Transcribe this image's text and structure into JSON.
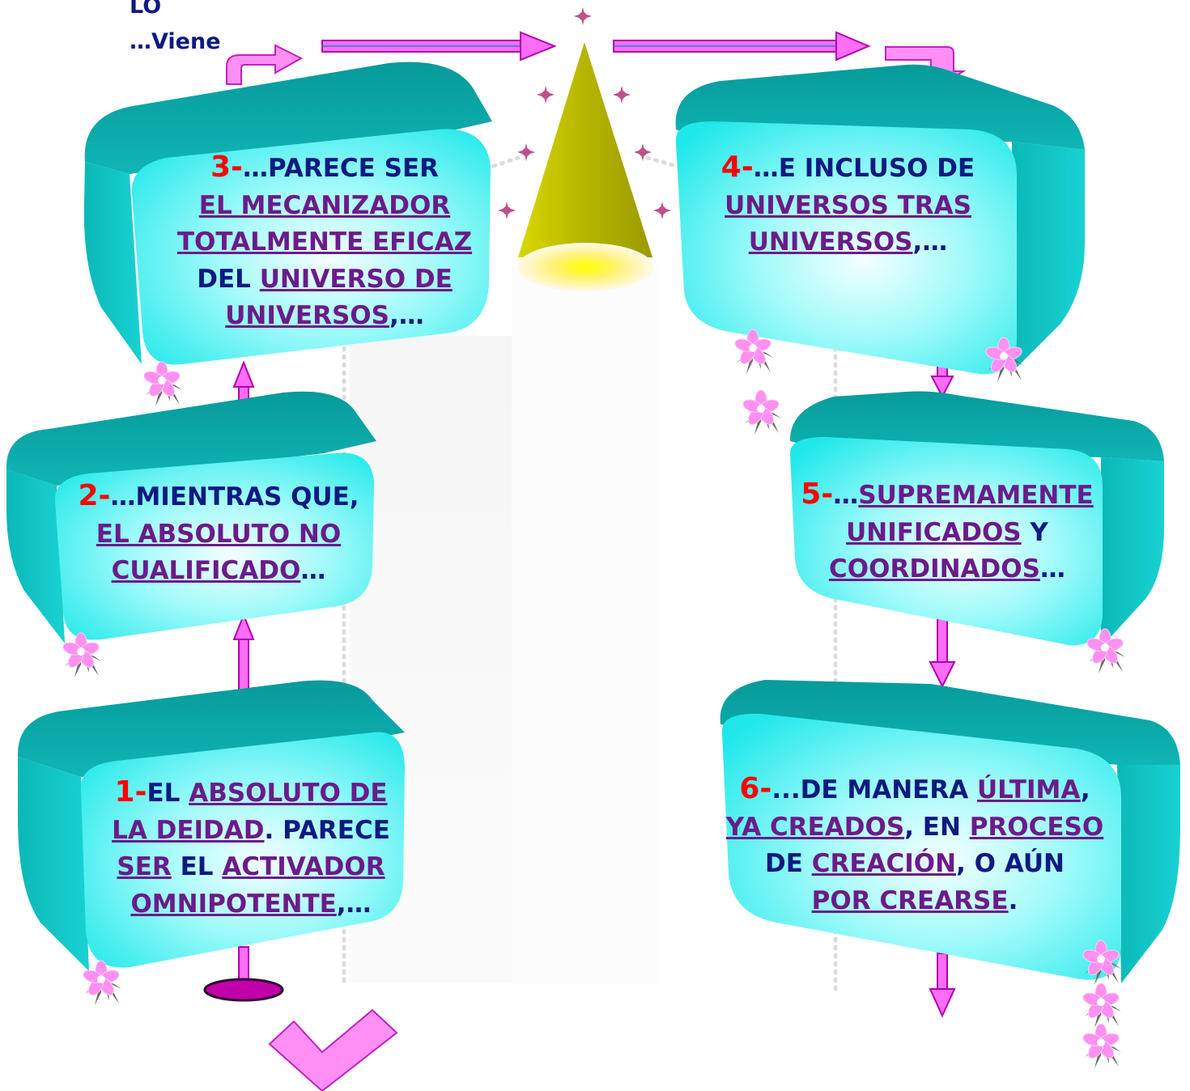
{
  "corner": {
    "line1": "LO",
    "line2": "…Viene"
  },
  "colors": {
    "box_top": "#0aa3a3",
    "box_front": "#3df2f2",
    "box_light": "#f2ffff",
    "arrow": "#ff6cf5",
    "arrow_edge": "#b000b0",
    "cone": "#c8c800",
    "number": "#ff0000",
    "text": "#0d1a80",
    "link": "#6b1b8a"
  },
  "boxes": [
    {
      "id": "box-1",
      "num": "1",
      "lines": [
        [
          {
            "t": "-",
            "k": "num"
          },
          {
            "t": "EL ",
            "k": "d"
          },
          {
            "t": "ABSOLUTO DE",
            "k": "u"
          }
        ],
        [
          {
            "t": "LA DEIDAD",
            "k": "u"
          },
          {
            "t": ". PARECE",
            "k": "d"
          }
        ],
        [
          {
            "t": "SER",
            "k": "u"
          },
          {
            "t": " EL ",
            "k": "d"
          },
          {
            "t": "ACTIVADOR",
            "k": "u"
          }
        ],
        [
          {
            "t": "OMNIPOTENTE",
            "k": "u"
          },
          {
            "t": ",…",
            "k": "d"
          }
        ]
      ]
    },
    {
      "id": "box-2",
      "num": "2",
      "lines": [
        [
          {
            "t": "-",
            "k": "num"
          },
          {
            "t": "…MIENTRAS QUE,",
            "k": "d"
          }
        ],
        [
          {
            "t": "EL ABSOLUTO  NO",
            "k": "u"
          }
        ],
        [
          {
            "t": "CUALIFICADO",
            "k": "u"
          },
          {
            "t": "…",
            "k": "d"
          }
        ]
      ]
    },
    {
      "id": "box-3",
      "num": "3",
      "lines": [
        [
          {
            "t": "-",
            "k": "num"
          },
          {
            "t": "…PARECE SER",
            "k": "d"
          }
        ],
        [
          {
            "t": "EL MECANIZADOR",
            "k": "u"
          }
        ],
        [
          {
            "t": "TOTALMENTE EFICAZ",
            "k": "u"
          }
        ],
        [
          {
            "t": "DEL ",
            "k": "d"
          },
          {
            "t": "UNIVERSO DE",
            "k": "u"
          }
        ],
        [
          {
            "t": "UNIVERSOS",
            "k": "u"
          },
          {
            "t": ",…",
            "k": "d"
          }
        ]
      ]
    },
    {
      "id": "box-4",
      "num": "4",
      "lines": [
        [
          {
            "t": "-",
            "k": "num"
          },
          {
            "t": "…E INCLUSO DE",
            "k": "d"
          }
        ],
        [
          {
            "t": "UNIVERSOS TRAS",
            "k": "u"
          }
        ],
        [
          {
            "t": "UNIVERSOS",
            "k": "u"
          },
          {
            "t": ",…",
            "k": "d"
          }
        ]
      ]
    },
    {
      "id": "box-5",
      "num": "5",
      "lines": [
        [
          {
            "t": "-",
            "k": "num"
          },
          {
            "t": "…",
            "k": "d"
          },
          {
            "t": "SUPREMAMENTE",
            "k": "u"
          }
        ],
        [
          {
            "t": "UNIFICADOS",
            "k": "u"
          },
          {
            "t": " Y",
            "k": "d"
          }
        ],
        [
          {
            "t": "COORDINADOS",
            "k": "u"
          },
          {
            "t": "…",
            "k": "d"
          }
        ]
      ]
    },
    {
      "id": "box-6",
      "num": "6",
      "lines": [
        [
          {
            "t": "-",
            "k": "num"
          },
          {
            "t": "...DE MANERA ",
            "k": "d"
          },
          {
            "t": "ÚLTIMA",
            "k": "u"
          },
          {
            "t": ",",
            "k": "d"
          }
        ],
        [
          {
            "t": "YA CREADOS",
            "k": "u"
          },
          {
            "t": ", EN ",
            "k": "d"
          },
          {
            "t": "PROCESO",
            "k": "u"
          }
        ],
        [
          {
            "t": "DE ",
            "k": "d"
          },
          {
            "t": "CREACIÓN",
            "k": "u"
          },
          {
            "t": ", O AÚN",
            "k": "d"
          }
        ],
        [
          {
            "t": "POR CREARSE",
            "k": "u"
          },
          {
            "t": ".",
            "k": "d"
          }
        ]
      ]
    }
  ]
}
